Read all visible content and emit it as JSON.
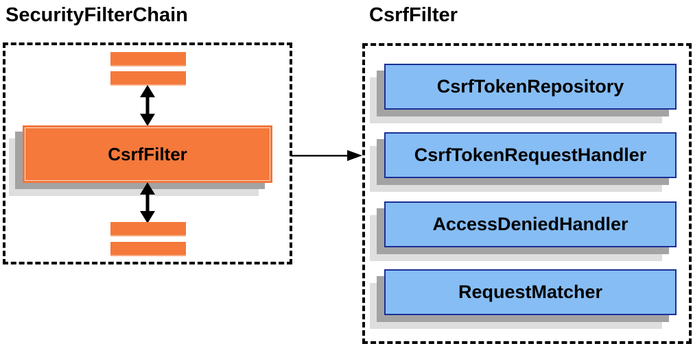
{
  "diagram": {
    "left_panel": {
      "title": "SecurityFilterChain",
      "filter_box_label": "CsrfFilter",
      "placeholder_bars": 4,
      "fill_color": "#F4793B"
    },
    "right_panel": {
      "title": "CsrfFilter",
      "components": [
        {
          "label": "CsrfTokenRepository"
        },
        {
          "label": "CsrfTokenRequestHandler"
        },
        {
          "label": "AccessDeniedHandler"
        },
        {
          "label": "RequestMatcher"
        }
      ],
      "fill_color": "#86BDF4",
      "border_color": "#1B2F96"
    },
    "connector": {
      "type": "right-arrow",
      "from": "left_panel.filter_box",
      "to": "right_panel"
    },
    "colors": {
      "shadow_dark": "#A3A3A3",
      "shadow_light": "#DEDEDE",
      "arrow": "#000000",
      "text": "#000000",
      "dashed_border": "#000000"
    }
  }
}
